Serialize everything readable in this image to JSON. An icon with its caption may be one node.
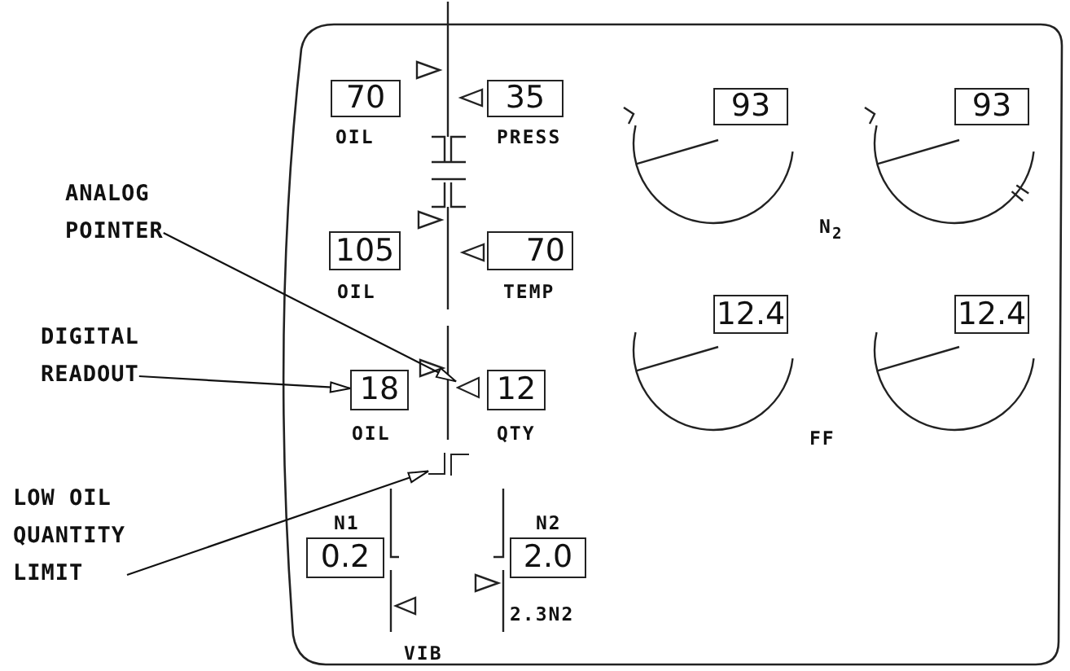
{
  "diagram": {
    "nodes": [
      {
        "text": [
          "ANALOG POINTER"
        ]
      },
      {
        "text": [
          "DIGITAL READOUT"
        ]
      },
      {
        "text": [
          "LOW OIL QUANTITY LIMIT"
        ]
      },
      {
        "text": [
          "70"
        ],
        "beside": [
          "OIL"
        ]
      },
      {
        "text": [
          "35"
        ],
        "beside": [
          "PRESS"
        ]
      },
      {
        "text": [
          "105"
        ],
        "beside": [
          "OIL"
        ]
      },
      {
        "text": [
          "70"
        ],
        "beside": [
          "TEMP"
        ]
      },
      {
        "text": [
          "18"
        ],
        "beside": [
          "OIL"
        ]
      },
      {
        "text": [
          "12"
        ],
        "beside": [
          "QTY"
        ]
      },
      {
        "text": [
          "0.2"
        ],
        "beside": [
          "N1"
        ]
      },
      {
        "text": [
          "2.0"
        ],
        "beside": [
          "N2",
          "2.3N2"
        ]
      },
      {
        "text": [
          "93"
        ]
      },
      {
        "text": [
          "93"
        ]
      },
      {
        "text": [
          "12.4"
        ]
      },
      {
        "text": [
          "12.4"
        ]
      },
      {
        "text": [],
        "shape": "triangle"
      },
      {
        "text": [],
        "shape": "bar"
      }
    ],
    "edges": [
      {
        "from": 0,
        "to": 15,
        "arrow": "to"
      },
      {
        "from": 1,
        "to": 7,
        "arrow": "to"
      },
      {
        "from": 2,
        "to": 16,
        "arrow": "to"
      }
    ],
    "labels": [
      "N$_{2}$",
      "FF",
      "VIB"
    ]
  }
}
